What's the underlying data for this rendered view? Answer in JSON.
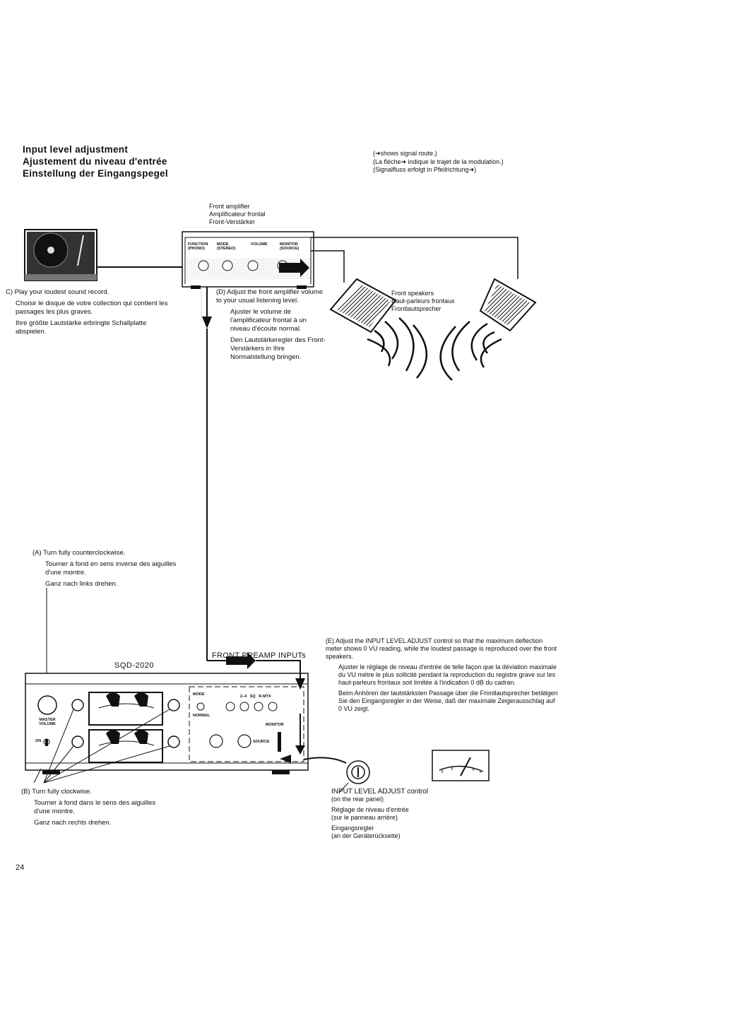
{
  "heading": {
    "en": "Input level adjustment",
    "fr": "Ajustement du niveau d'entrée",
    "de": "Einstellung der Eingangspegel"
  },
  "signal_note": {
    "en": "(➜shows signal route.)",
    "fr": "(La flèche➜ indique le trajet de la modulation.)",
    "de": "(Signalfluss erfolgt in Pfeilrichtung➜)"
  },
  "front_amplifier": {
    "label_en": "Front amplifier",
    "label_fr": "Amplificateur frontal",
    "label_de": "Front-Verstärker",
    "panel": {
      "function": "FUNCTION",
      "function_sub": "(PHONO)",
      "mode": "MODE",
      "mode_sub": "(STEREO)",
      "volume": "VOLUME",
      "monitor": "MONITOR",
      "monitor_sub": "(SOURCE)"
    }
  },
  "front_speakers": {
    "en": "Front speakers",
    "fr": "Haut-parleurs frontaux",
    "de": "Frontlautsprecher"
  },
  "step_c": {
    "en": "C) Play your loudest sound record.",
    "fr": "Choisir le disque de votre collection qui contient les passages les plus graves.",
    "de": "Ihre größte Lautstärke erbringte Schallplatte abspielen."
  },
  "step_d": {
    "en": "(D) Adjust the front amplifier volume to your usual listening level.",
    "fr": "Ajuster le volume de l'amplificateur frontal à un niveau d'écoute normal.",
    "de": "Den Lautstärkeregler des Front-Verstärkers in Ihre Normalstellung bringen."
  },
  "step_a": {
    "en": "(A) Turn fully counterclockwise.",
    "fr": "Tourner à fond en sens inverse des aiguilles d'une montre.",
    "de": "Ganz nach links drehen."
  },
  "step_b": {
    "en": "(B) Turn fully clockwise.",
    "fr": "Tourner à fond dans le sens des aiguilles d'une montre.",
    "de": "Ganz nach rechts drehen."
  },
  "step_e": {
    "en": "(E) Adjust the INPUT LEVEL ADJUST control so that the maximum deflection meter shows 0 VU reading, while the loudest passage is reproduced over the front speakers.",
    "fr": "Ajuster le réglage de niveau d'entrée de telle façon que la déviation maximale du VU mètre le plus sollicité pendant la reproduction du registre grave sur les haut-parleurs frontaux soit limitée à l'indication 0 dB du cadran.",
    "de": "Beim Anhören der lautstärksten Passage über die Frontlautsprecher betätigen Sie den Eingangsregler in der Weise, daß der maximale Zeigerausschlag auf 0 VU zeigt."
  },
  "preamp_inputs": "FRONT PREAMP INPUTs",
  "model": "SQD-2020",
  "decoder_panel": {
    "master_volume": "MASTER VOLUME",
    "on": "ON",
    "mode": "MODE",
    "normal": "NORMAL",
    "modes": "2–4   SQ   R-MTX",
    "monitor": "MONITOR",
    "source": "SOURCE"
  },
  "input_level_control": {
    "en": "INPUT LEVEL ADJUST control",
    "en_sub": "(on the rear panel)",
    "fr": "Réglage de niveau d'entrée",
    "fr_sub": "(sur le panneau arrière)",
    "de": "Eingangsregler",
    "de_sub": "(an der Geräterückseite)"
  },
  "page_number": "24",
  "icons": [
    "turntable-icon",
    "front-speaker-left-icon",
    "front-speaker-right-icon",
    "vu-meter-icon",
    "input-level-knob-icon",
    "signal-arrow-icon"
  ],
  "colors": {
    "ink": "#111111",
    "paper": "#ffffff"
  }
}
